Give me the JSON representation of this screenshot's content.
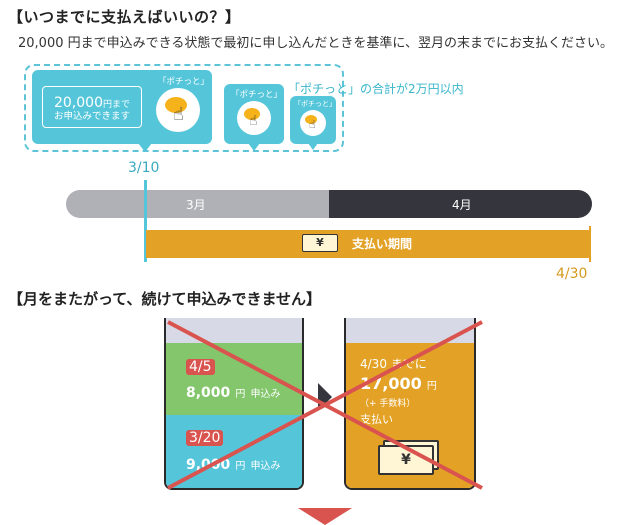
{
  "header": {
    "title": "【いつまでに支払えばいいの？】",
    "description": "20,000 円まで申込みできる状態で最初に申し込んだときを基準に、翌月の末までにお支払ください。"
  },
  "diagram": {
    "amount_value": "20,000",
    "amount_unit": "円まで",
    "amount_sub": "お申込みできます",
    "pochi_label": "「ポチっと」",
    "note_quote": "「ポチっと」",
    "note_rest": "の合計が2万円以内",
    "start_date": "3/10",
    "month_march": "3月",
    "month_april": "4月",
    "yen_symbol": "¥",
    "payment_period": "支払い期間",
    "end_date": "4/30"
  },
  "section2": {
    "title": "【月をまたがって、続けて申込みできません】",
    "left_cup": {
      "top_date": "4/5",
      "top_amount": "8,000",
      "bottom_date": "3/20",
      "bottom_amount": "9,000",
      "yen": "円",
      "apply": "申込み"
    },
    "right_cup": {
      "line1": "4/30 までに",
      "amount": "17,000",
      "yen": "円",
      "fee": "（+ 手数料）",
      "pay": "支払い"
    }
  },
  "colors": {
    "cyan": "#55c6da",
    "gold": "#e3a225",
    "gray_bar": "#b0b1b6",
    "dark_bar": "#35363d",
    "green": "#83c66b",
    "red": "#d9534f"
  }
}
